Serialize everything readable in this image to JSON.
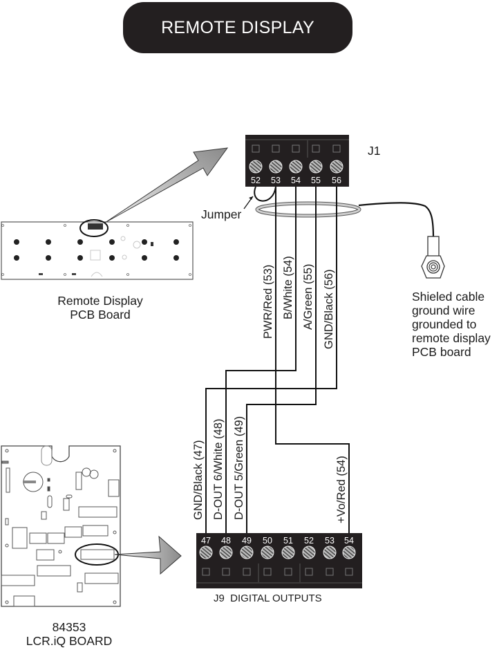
{
  "title": "REMOTE DISPLAY",
  "j1": {
    "label": "J1",
    "terminals": [
      "52",
      "53",
      "54",
      "55",
      "56"
    ],
    "jumper_label": "Jumper"
  },
  "j9": {
    "label": "J9  DIGITAL OUTPUTS",
    "terminals": [
      "47",
      "48",
      "49",
      "50",
      "51",
      "52",
      "53",
      "54"
    ]
  },
  "remote_wires": [
    {
      "label": "PWR/Red (53)",
      "from": "53",
      "to": "54"
    },
    {
      "label": "B/White (54)",
      "from": "54",
      "to": "48"
    },
    {
      "label": "A/Green (55)",
      "from": "55",
      "to": "49"
    },
    {
      "label": "GND/Black (56)",
      "from": "56",
      "to": "47"
    }
  ],
  "lcr_wires": [
    {
      "label": "GND/Black (47)",
      "terminal": "47"
    },
    {
      "label": "D-OUT 6/White (48)",
      "terminal": "48"
    },
    {
      "label": "D-OUT 5/Green (49)",
      "terminal": "49"
    },
    {
      "label": "+Vo/Red (54)",
      "terminal": "54"
    }
  ],
  "remote_pcb": {
    "label_line1": "Remote Display",
    "label_line2": "PCB Board"
  },
  "lcr_board": {
    "label_line1": "84353",
    "label_line2": "LCR.iQ BOARD"
  },
  "shield_note": {
    "lines": [
      "Shieled cable",
      "ground wire",
      "grounded to",
      "remote display",
      "PCB board"
    ]
  },
  "colors": {
    "terminal_block": "#231f20",
    "arrow_fill": "#9a9a9a",
    "shield_ring": "#c8c8c8"
  }
}
